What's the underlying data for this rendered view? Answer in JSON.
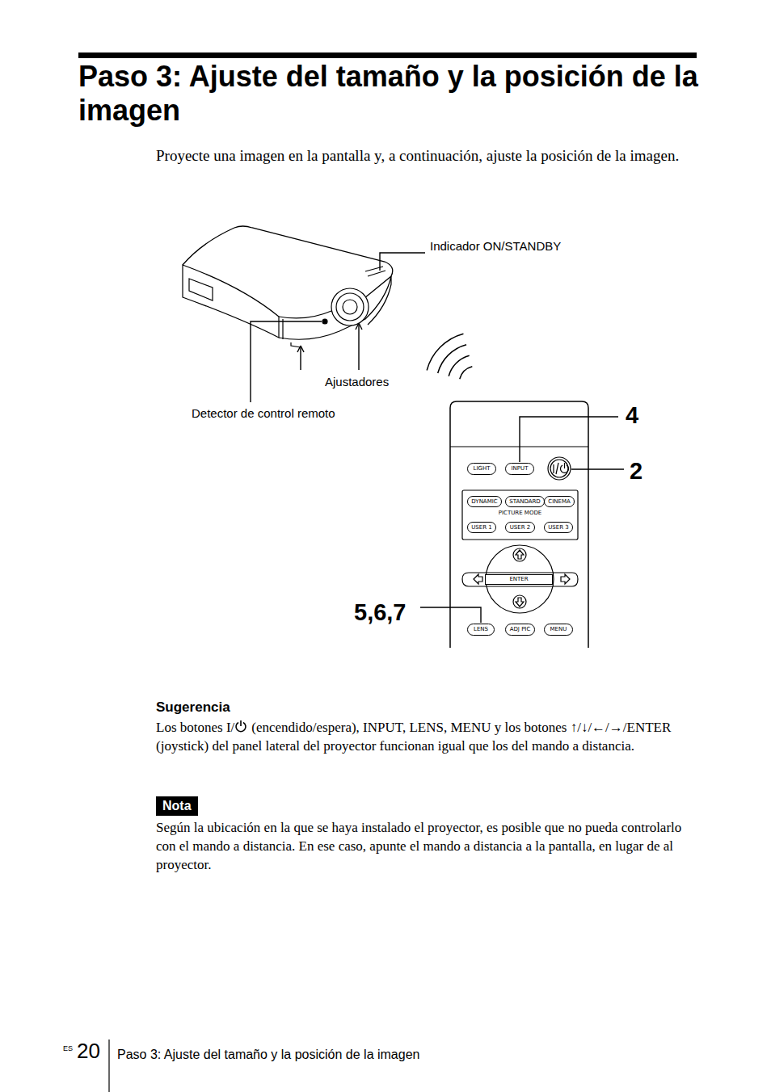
{
  "diagram": {
    "title": "Paso 3: Ajuste del tamaño y la posición de la imagen",
    "nodes": [
      {
        "text": [
          "LIGHT"
        ]
      },
      {
        "text": [
          "INPUT"
        ]
      },
      {
        "text": [
          "PICTURE MODE"
        ]
      },
      {
        "text": [
          "DYNAMIC"
        ],
        "in": 2
      },
      {
        "text": [
          "STANDARD"
        ],
        "in": 2
      },
      {
        "text": [
          "CINEMA"
        ],
        "in": 2
      },
      {
        "text": [
          "USER 1"
        ],
        "in": 2
      },
      {
        "text": [
          "USER 2"
        ],
        "in": 2
      },
      {
        "text": [
          "USER 3"
        ],
        "in": 2
      },
      {
        "text": [
          "ENTER"
        ]
      },
      {
        "text": [
          "LENS"
        ]
      },
      {
        "text": [
          "ADJ PIC"
        ]
      },
      {
        "text": [
          "MENU"
        ]
      },
      {
        "text": [
          "Nota"
        ]
      }
    ],
    "edges": [],
    "labels": [
      "Proyecte una imagen en la pantalla y, a continuación, ajuste la posición de la imagen.",
      "Indicador ON/STANDBY",
      "Ajustadores",
      "Detector de control remoto",
      "4",
      "2",
      "5,6,7",
      "Sugerencia",
      "Los botones I/",
      "(encendido/espera), INPUT, LENS, MENU y los botones ↑/↓/←/→/ENTER (joystick) del panel lateral del proyector funcionan igual que los del mando a distancia.",
      "Según la ubicación en la que se haya instalado el proyector, es posible que no pueda controlarlo con el mando a distancia. En ese caso, apunte el mando a distancia a la pantalla, en lugar de al proyector.",
      "ES",
      "20",
      "Paso 3: Ajuste del tamaño y la posición de la imagen"
    ]
  }
}
